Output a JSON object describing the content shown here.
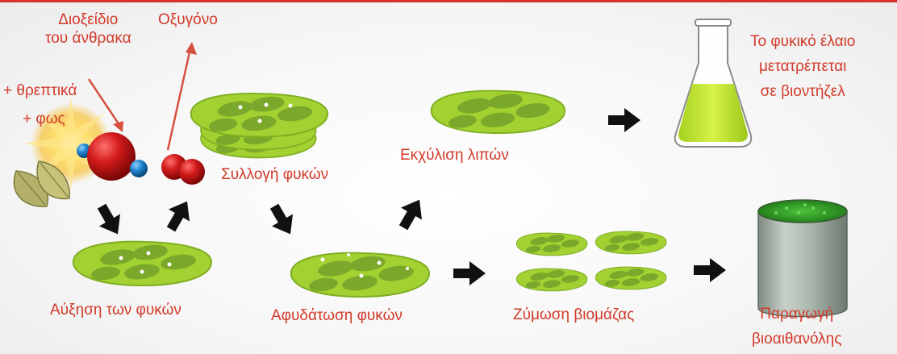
{
  "labels": {
    "co2_line1": "Διοξείδιο",
    "co2_line2": "του άνθρακα",
    "oxygen": "Οξυγόνο",
    "nutrients": "+ θρεπτικά",
    "light": "+ φως",
    "growth": "Αύξηση των φυκών",
    "harvest": "Συλλογή φυκών",
    "dewater": "Αφυδάτωση φυκών",
    "extraction": "Εκχύλιση λιπών",
    "oil_line1": "Το φυκικό έλαιο",
    "oil_line2": "μετατρέπεται",
    "oil_line3": "σε βιοντήζελ",
    "fermentation": "Ζύμωση βιομάζας",
    "ethanol_line1": "Παραγωγή",
    "ethanol_line2": "βιοαιθανόλης"
  },
  "colors": {
    "label_red": "#d23a2a",
    "algae_green": "#9ccc2c",
    "algae_dark": "#6f9e1c",
    "arrow_black": "#111111",
    "molecule_red": "#c41414",
    "molecule_blue": "#1a7fc8"
  },
  "icons": [
    "sun-icon",
    "leaves-icon",
    "co2-molecule-icon",
    "oxygen-molecule-icon",
    "flask-icon",
    "biomass-bin-icon"
  ]
}
